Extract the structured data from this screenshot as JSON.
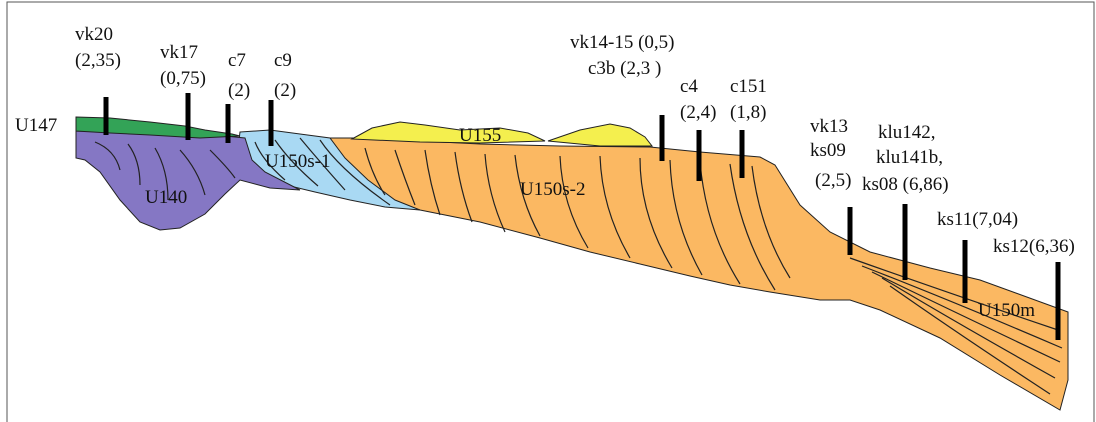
{
  "colors": {
    "U147": "#33a357",
    "U140": "#8577c4",
    "U150s_1": "#a9d9f3",
    "U150s_2": "#fbb862",
    "U150m": "#fbb862",
    "U155": "#f4ef4e",
    "line": "#000000",
    "frame": "#555555"
  },
  "units": {
    "U147": "U147",
    "U140": "U140",
    "U150s_1": "U150s-1",
    "U150s_2": "U150s-2",
    "U155": "U155",
    "U150m": "U150m"
  },
  "boreholes": [
    {
      "name": "vk20",
      "value": "(2,35)"
    },
    {
      "name": "vk17",
      "value": "(0,75)"
    },
    {
      "name": "c7",
      "value": "(2)"
    },
    {
      "name": "c9",
      "value": "(2)"
    },
    {
      "name": "vk14-15 (0,5)",
      "value": ""
    },
    {
      "name": "c3b (2,3 )",
      "value": ""
    },
    {
      "name": "c4",
      "value": "(2,4)"
    },
    {
      "name": "c151",
      "value": "(1,8)"
    },
    {
      "name": "vk13",
      "value": "ks09"
    },
    {
      "name": "(2,5)",
      "value": ""
    },
    {
      "name": "klu142,",
      "value": "klu141b,"
    },
    {
      "name": "ks08 (6,86)",
      "value": ""
    },
    {
      "name": "ks11(7,04)",
      "value": ""
    },
    {
      "name": "ks12(6,36)",
      "value": ""
    }
  ]
}
